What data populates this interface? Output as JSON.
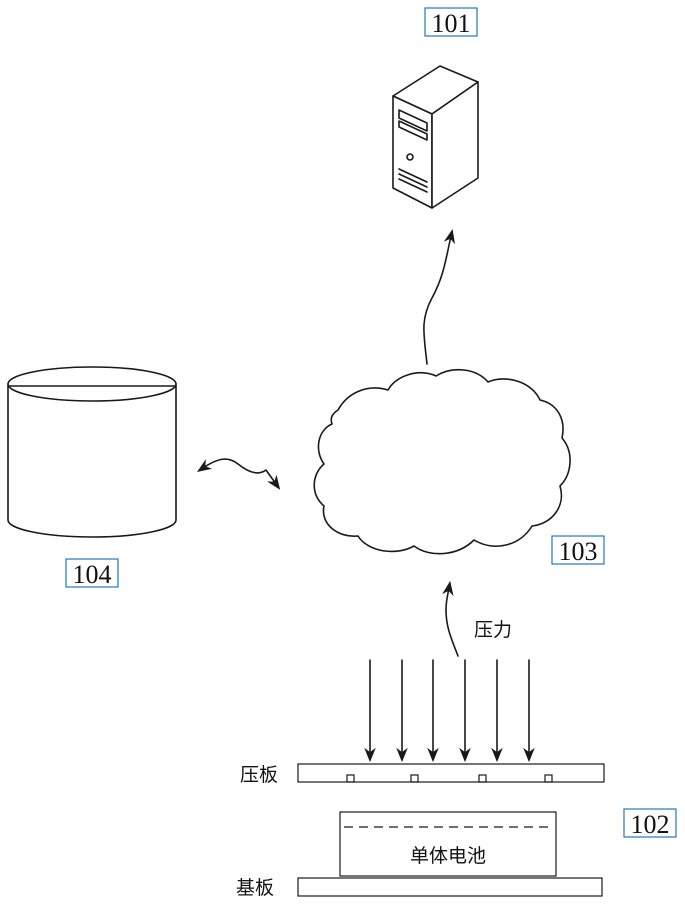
{
  "labels": {
    "server_ref": "101",
    "device_ref": "102",
    "network_ref": "103",
    "database_ref": "104",
    "pressure": "压力",
    "press_plate": "压板",
    "cell": "单体电池",
    "base_plate": "基板"
  },
  "icons": {
    "server": "server-tower-icon",
    "database": "database-cylinder-icon",
    "network": "cloud-icon"
  },
  "colors": {
    "ref_box": "#1f78c8",
    "line": "#1a1a1a"
  },
  "pressure_arrow_count": 6,
  "plate_bump_count": 4
}
